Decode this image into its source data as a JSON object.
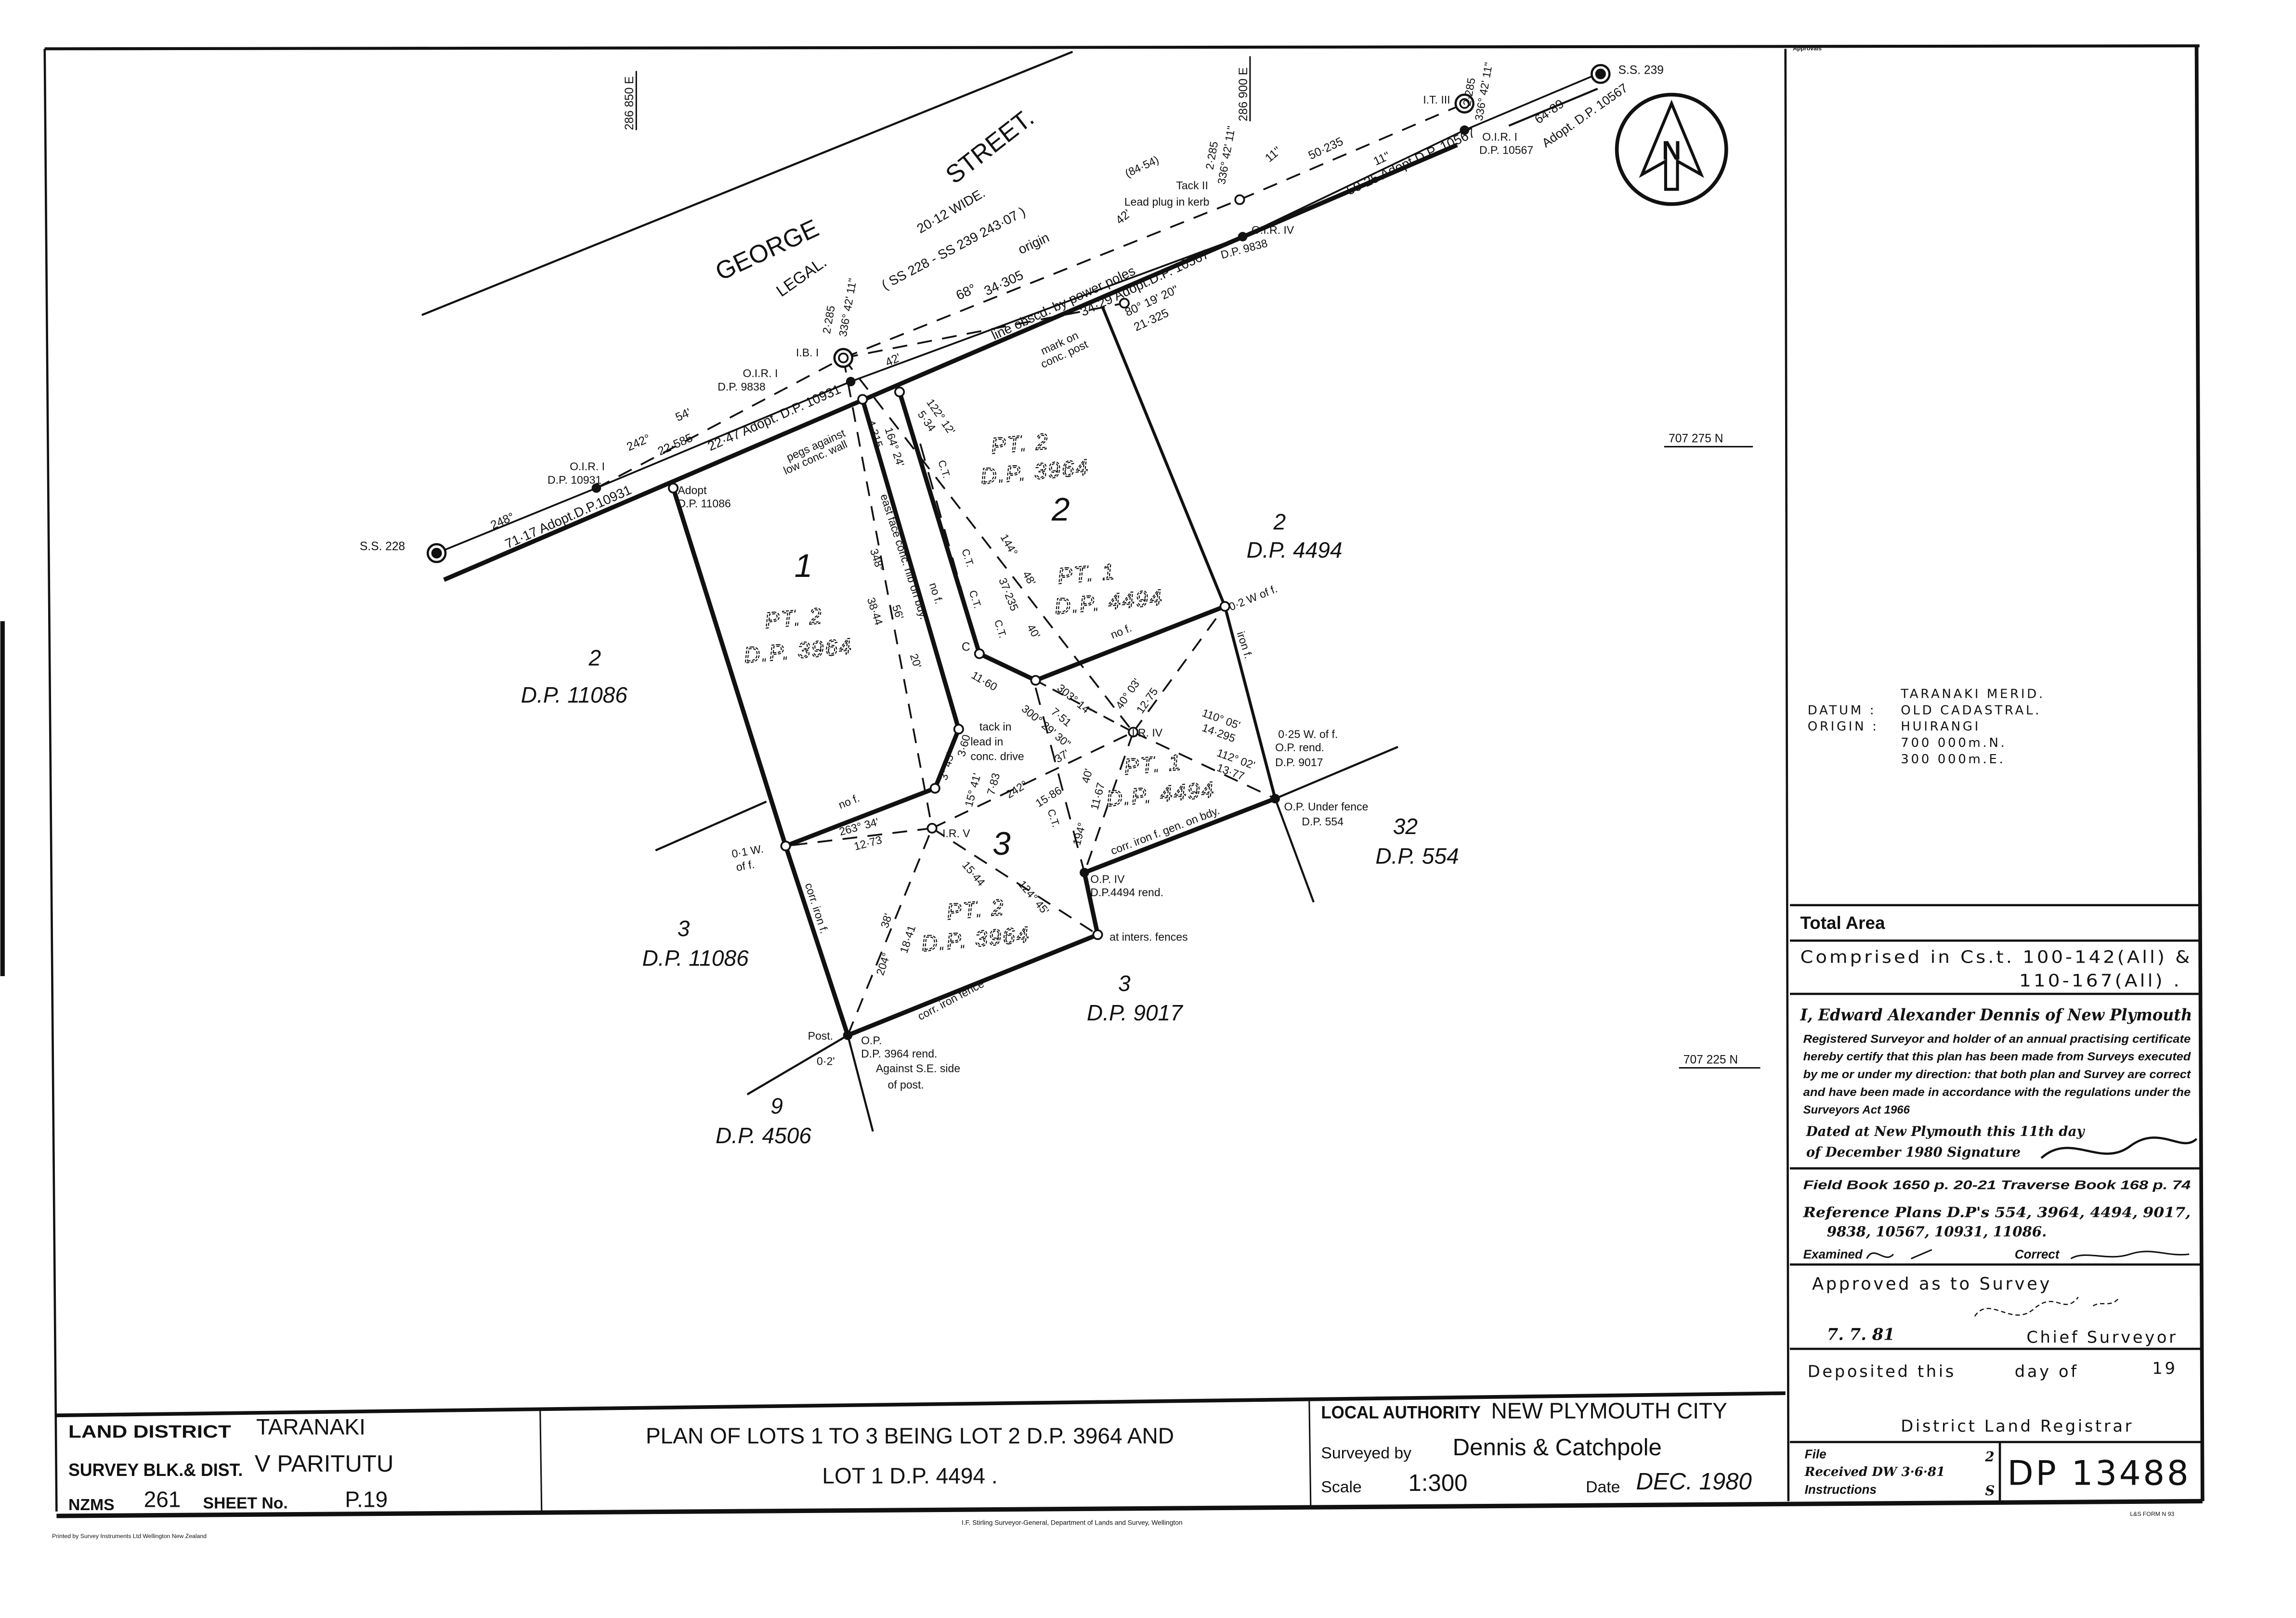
{
  "sheet": {
    "approvals": "Approvals",
    "printer_note": "Printed by Survey Instruments Ltd Wellington New Zealand",
    "surveyor_general": "I.F. Stirling  Surveyor-General, Department of Lands and Survey, Wellington",
    "form": "L&S FORM N 93"
  },
  "grid": {
    "e1": "286 850 E",
    "e2": "286 900 E",
    "n1": "707 275 N",
    "n2": "707 225 N"
  },
  "north": "N",
  "street": [
    "GEORGE",
    "STREET.",
    "LEGAL.",
    "20·12  WIDE.",
    "( SS 228 - SS 239  243·07 )",
    "origin",
    "68°",
    "34·305",
    "line  obscd.  by  power  poles",
    "34·29 Adopt.D.P. 10567",
    "50·25 Adopt.D.P. 10567",
    "71·17 Adopt.D.P.10931",
    "22·47 Adopt. D.P. 10931",
    "64·89",
    "Adopt. D.P. 10567"
  ],
  "marks": [
    "S.S. 228",
    "S.S. 239",
    "O.I.R. I",
    "D.P. 10931",
    "O.I.R. I",
    "D.P. 9838",
    "I.B. I",
    "O.I.R. IV",
    "D.P. 9838",
    "(84·54)",
    "Tack II",
    "Lead plug in kerb",
    "I.T. III",
    "O.I.R. I",
    "D.P. 10567",
    "Adopt",
    "D.P. 11086",
    "I.R. V",
    "I.R. IV",
    "mark on",
    "conc. post"
  ],
  "obs": [
    "248°",
    "242°",
    "54'",
    "22·585",
    "336° 42' 11\"",
    "2·285",
    "42'",
    "42'",
    "336° 42' 11\"",
    "2·285",
    "11\"",
    "50·235",
    "11\"",
    "336° 42' 11\"",
    "2·285",
    "80° 19' 20\"",
    "21·325",
    "122° 12'",
    "5·34",
    "164° 24'",
    "4·315",
    "348°",
    "56'",
    "38·44",
    "20'",
    "144°",
    "48'",
    "37·235",
    "40'",
    "11·60",
    "303° 14'",
    "7·51",
    "300° 29' 30\"",
    "40° 03'",
    "12·75",
    "110° 05'",
    "14·295",
    "112° 02'",
    "13·77",
    "3° 45'",
    "3·60",
    "15° 41'",
    "7·83",
    "242°",
    "37'",
    "15·86",
    "194°",
    "40'",
    "11·67",
    "263° 34'",
    "12·73",
    "15·44",
    "124° 45'",
    "204°",
    "38'",
    "18·41",
    "0·2'"
  ],
  "notes": [
    "pegs against",
    "low conc. wall",
    "east face conc. nib on bdy.",
    "no f.",
    "no f.",
    "no f.",
    "tack in",
    "lead in",
    "conc. drive",
    "0·2 W of f.",
    "iron f.",
    "0·25 W. of f.",
    "O.P. rend.",
    "D.P. 9017",
    "O.P. Under fence",
    "D.P. 554",
    "corr. iron f. gen. on bdy.",
    "O.P. IV",
    "D.P.4494 rend.",
    "at inters. fences",
    "corr. iron fence",
    "Post.",
    "O.P.",
    "D.P. 3964 rend.",
    "Against S.E. side",
    "of post.",
    "corr. iron f.",
    "0·1 W.",
    "of f.",
    "C.T.",
    "C"
  ],
  "parcels": {
    "lots": [
      "1",
      "2",
      "3"
    ],
    "parts": [
      {
        "pt": "PT. 2",
        "dp": "D.P. 3964"
      },
      {
        "pt": "PT. 2",
        "dp": "D.P. 3964"
      },
      {
        "pt": "PT. 1",
        "dp": "D.P. 4494"
      },
      {
        "pt": "PT. 1",
        "dp": "D.P. 4494"
      },
      {
        "pt": "PT. 2",
        "dp": "D.P. 3964"
      }
    ]
  },
  "adjoining": [
    {
      "lot": "2",
      "dp": "D.P. 11086"
    },
    {
      "lot": "2",
      "dp": "D.P. 4494"
    },
    {
      "lot": "3",
      "dp": "D.P. 11086"
    },
    {
      "lot": "32",
      "dp": "D.P. 554"
    },
    {
      "lot": "3",
      "dp": "D.P. 9017"
    },
    {
      "lot": "9",
      "dp": "D.P. 4506"
    }
  ],
  "datum": {
    "meridian": "TARANAKI MERID.",
    "datum_label": "DATUM :",
    "datum": "OLD CADASTRAL.",
    "origin_label": "ORIGIN :",
    "origin": "HUIRANGI",
    "north": "700 000m.N.",
    "east": "300 000m.E."
  },
  "title": {
    "land_district_label": "LAND DISTRICT",
    "land_district": "TARANAKI",
    "survey_label": "SURVEY BLK.& DIST.",
    "survey": "V  PARITUTU",
    "nzms_label": "NZMS",
    "nzms": "261",
    "sheet_label": "SHEET No.",
    "sheet": "P.19",
    "plan_line1": "PLAN OF LOTS 1 TO 3 BEING LOT 2 D.P. 3964 AND",
    "plan_line2": "LOT 1  D.P.  4494 .",
    "local_authority_label": "LOCAL AUTHORITY",
    "local_authority": "NEW PLYMOUTH CITY",
    "surveyed_by_label": "Surveyed by",
    "surveyed_by": "Dennis  &  Catchpole",
    "scale_label": "Scale",
    "scale": "1:300",
    "date_label": "Date",
    "date": "DEC. 1980"
  },
  "panel": {
    "total_area": "Total Area",
    "comprised_1": "Comprised  in Cs.t. 100-142(All) &",
    "comprised_2": "110-167(All) .",
    "cert_name": "I, Edward Alexander Dennis  of New Plymouth",
    "cert_lines": [
      "Registered Surveyor and holder of an annual practising certificate",
      "hereby certify that this plan has been made from Surveys executed",
      "by me or under my direction: that both plan and Survey are correct",
      "and have been made in accordance with the regulations under the",
      "Surveyors Act 1966"
    ],
    "dated": "Dated at New Plymouth this 11th day",
    "dated_of": "of December 1980  Signature",
    "field_book": "Field Book 1650   p. 20-21    Traverse Book 168  p. 74",
    "ref_1": "Reference Plans  D.P's 554, 3964, 4494, 9017,",
    "ref_2": "9838, 10567, 10931, 11086.",
    "examined": "Examined",
    "correct": "Correct",
    "approved": "Approved  as  to  Survey",
    "approved_date": "7. 7. 81",
    "chief": "Chief  Surveyor",
    "deposited": "Deposited  this",
    "day_of": "day  of",
    "year": "19",
    "registrar": "District  Land  Registrar",
    "file": "File",
    "received": "Received  DW 3·6·81",
    "instructions": "Instructions",
    "num2": "2",
    "s": "S",
    "dp": "DP 13488"
  }
}
